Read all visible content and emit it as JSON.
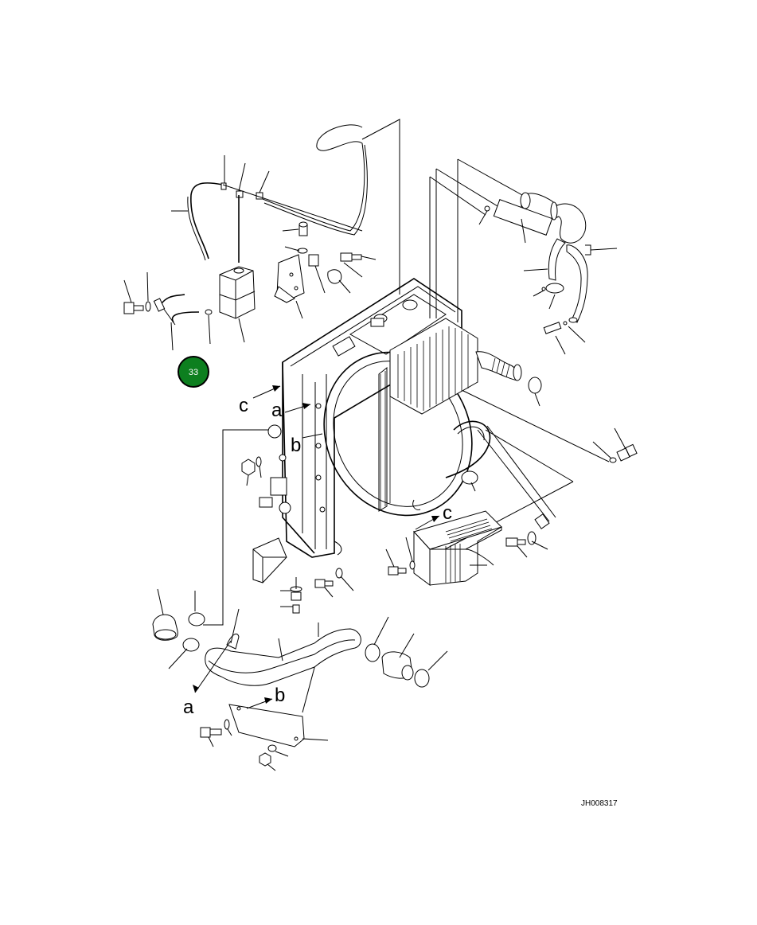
{
  "badge": {
    "label": "33",
    "color": "#0d7f1f"
  },
  "letters": {
    "a_top": "a",
    "a_bottom": "a",
    "b_top": "b",
    "b_bottom": "b",
    "c_left": "c",
    "c_right": "c"
  },
  "drawing_code": "JH008317"
}
